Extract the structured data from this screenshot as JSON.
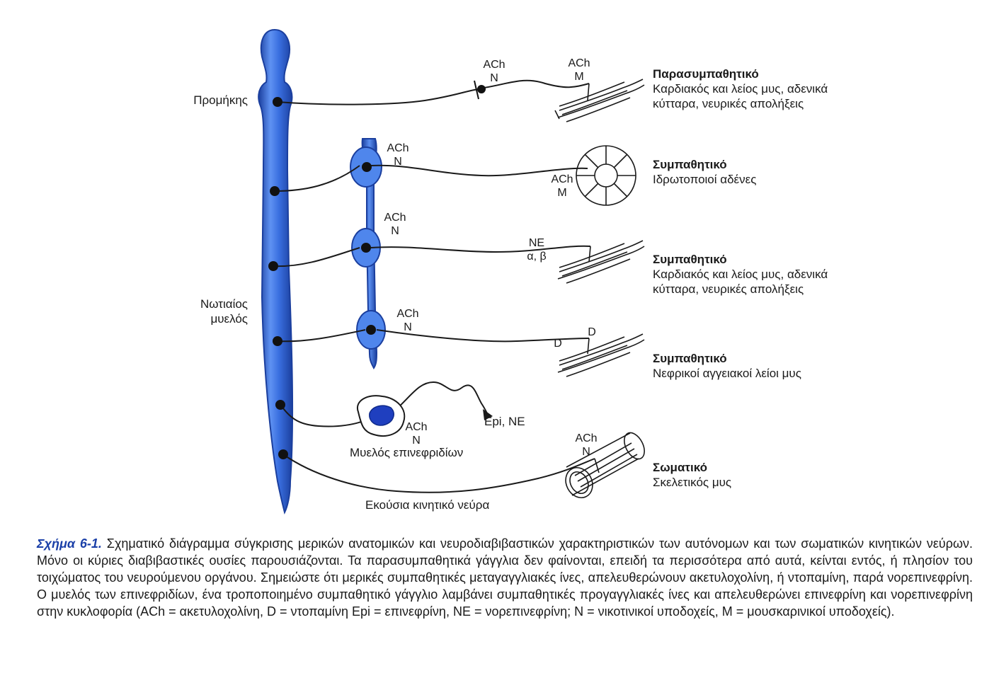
{
  "colors": {
    "spinal_cord": "#3a6fe0",
    "spinal_cord_edge": "#1b3f9e",
    "ganglion": "#4f86ec",
    "line": "#1a1a1a",
    "caption_label": "#1a3fa8"
  },
  "labels": {
    "promikis": "Προμήκης",
    "spinal_line1": "Νωτιαίος",
    "spinal_line2": "μυελός",
    "adrenal_medulla": "Μυελός επινεφριδίων",
    "voluntary_nerve": "Εκούσια κινητικό νεύρα",
    "epi_ne": "Epi, NE"
  },
  "transmitters": {
    "parasym_pre": "ACh\nN",
    "parasym_post": "ACh\nM",
    "sym1_pre": "ACh\nN",
    "sym1_post": "ACh\nM",
    "sym2_pre": "ACh\nN",
    "sym2_post": "NE\nα, β",
    "sym3_pre": "ACh\nN",
    "sym3_d1": "D",
    "sym3_d2": "D",
    "adrenal": "ACh\nN",
    "somatic": "ACh\nN"
  },
  "categories": [
    {
      "title": "Παρασυμπαθητικό",
      "desc": "Καρδιακός και λείος μυς, αδενικά\nκύτταρα, νευρικές απολήξεις"
    },
    {
      "title": "Συμπαθητικό",
      "desc": "Ιδρωτοποιοί αδένες"
    },
    {
      "title": "Συμπαθητικό",
      "desc": "Καρδιακός και λείος μυς, αδενικά\nκύτταρα, νευρικές απολήξεις"
    },
    {
      "title": "Συμπαθητικό",
      "desc": "Νεφρικοί αγγειακοί λείοι μυς"
    },
    {
      "title": "Σωματικό",
      "desc": "Σκελετικός μυς"
    }
  ],
  "caption": {
    "label": "Σχήμα 6-1.",
    "text": " Σχηματικό διάγραμμα σύγκρισης μερικών ανατομικών και νευροδιαβιβαστικών χαρακτηριστικών των αυτόνομων και των σωματικών κινητικών νεύρων. Μόνο οι κύριες διαβιβαστικές ουσίες παρουσιάζονται. Τα παρασυμπαθητικά γάγγλια δεν φαίνονται, επειδή τα περισσότερα από αυτά, κείνται εντός, ή πλησίον του τοιχώματος του νευρούμενου οργάνου. Σημειώστε ότι μερικές συμπαθητικές μεταγαγγλιακές ίνες, απελευθερώνουν ακετυλοχολίνη, ή ντοπαμίνη, παρά νορεπινεφρίνη. Ο μυελός των επινεφριδίων, ένα τροποποιημένο συμπαθητικό γάγγλιο λαμβάνει συμπαθητικές προγαγγλιακές ίνες και απελευθερώνει επινεφρίνη και νορεπινεφρίνη στην κυκλοφορία (ACh = ακετυλοχολίνη, D = ντοπαμίνη Epi = επινεφρίνη, NE = νορεπινεφρίνη; N = νικοτινικοί υποδοχείς, M = μουσκαρινικοί υποδοχείς)."
  }
}
